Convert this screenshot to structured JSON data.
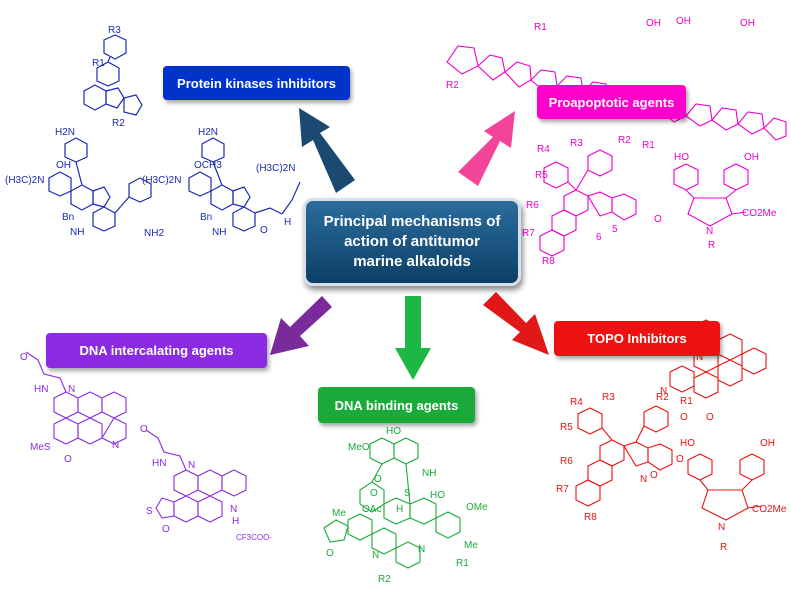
{
  "center": {
    "line1": "Principal mechanisms of",
    "line2": "action of antitumor",
    "line3": "marine alkaloids"
  },
  "categories": {
    "protein_kinases": "Protein kinases inhibitors",
    "proapoptotic": "Proapoptotic agents",
    "dna_intercalating": "DNA intercalating agents",
    "dna_binding": "DNA binding agents",
    "topo": "TOPO Inhibitors"
  },
  "colors": {
    "protein_kinases": "#0033cc",
    "proapoptotic": "#ff00cc",
    "dna_intercalating": "#8a2be2",
    "dna_binding": "#1aaa3a",
    "topo": "#ee1111",
    "arrow_blue": "#1a4a72",
    "arrow_pink": "#f2459a",
    "arrow_purple": "#7a2a9a",
    "arrow_green": "#1db843",
    "arrow_red": "#e01818"
  },
  "structure_labels": {
    "kinase_a": [
      "R3",
      "R1",
      "R2"
    ],
    "kinase_b": [
      "H2N",
      "OH",
      "(H3C)2N",
      "Bn",
      "NH",
      "NH2"
    ],
    "kinase_c": [
      "H2N",
      "OCH3",
      "(H3C)2N",
      "(H3C)2N",
      "Bn",
      "NH",
      "O",
      "H"
    ],
    "proapoptotic_a": [
      "R1",
      "R2",
      "OH",
      "OH",
      "OH"
    ],
    "proapoptotic_b": [
      "R2",
      "R1",
      "R3",
      "R4",
      "R5",
      "R6",
      "R7",
      "R8",
      "O",
      "5",
      "6"
    ],
    "proapoptotic_c": [
      "HO",
      "OH",
      "CO2Me",
      "N",
      "R"
    ],
    "intercalating_a": [
      "O",
      "HN",
      "N",
      "N",
      "MeS",
      "O"
    ],
    "intercalating_b": [
      "O",
      "HN",
      "N",
      "S",
      "O",
      "N",
      "H",
      "CF3COO-"
    ],
    "binding": [
      "HO",
      "MeO",
      "NH",
      "O",
      "O",
      "S",
      "Me",
      "OAc",
      "H",
      "HO",
      "OMe",
      "Me",
      "N",
      "N",
      "R1",
      "R2",
      "O"
    ],
    "topo_a": [
      "N",
      "N",
      "O",
      "O"
    ],
    "topo_b": [
      "R3",
      "R4",
      "R5",
      "R2",
      "R1",
      "R6",
      "R7",
      "R8",
      "N",
      "O",
      "O"
    ],
    "topo_c": [
      "HO",
      "OH",
      "CO2Me",
      "N",
      "R"
    ]
  }
}
